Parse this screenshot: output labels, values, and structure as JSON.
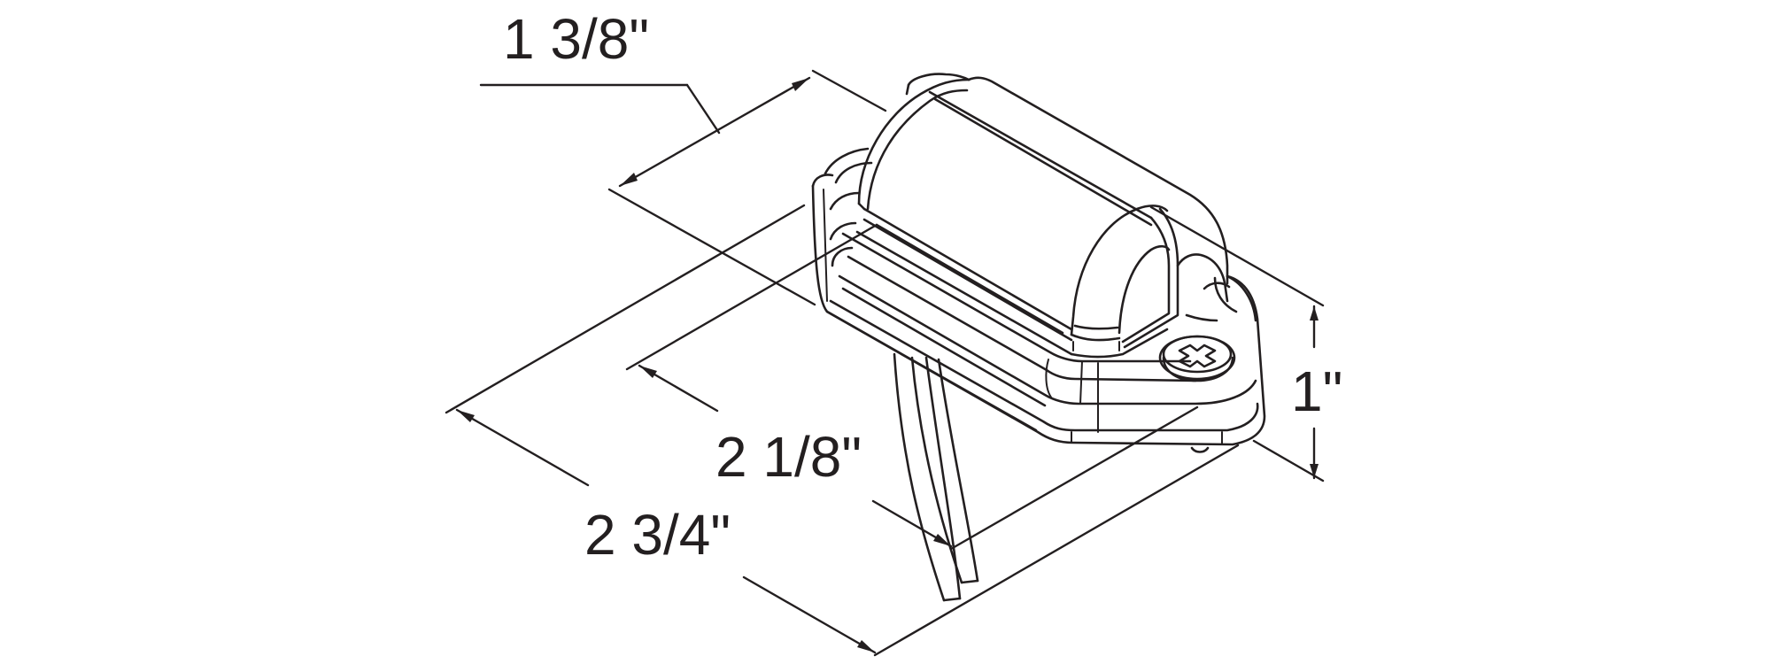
{
  "dimensions": {
    "depth": "1 3/8\"",
    "base_width": "2 1/8\"",
    "overall_length": "2 3/4\"",
    "height": "1\""
  },
  "colors": {
    "line": "#231f20",
    "background": "#ffffff"
  }
}
